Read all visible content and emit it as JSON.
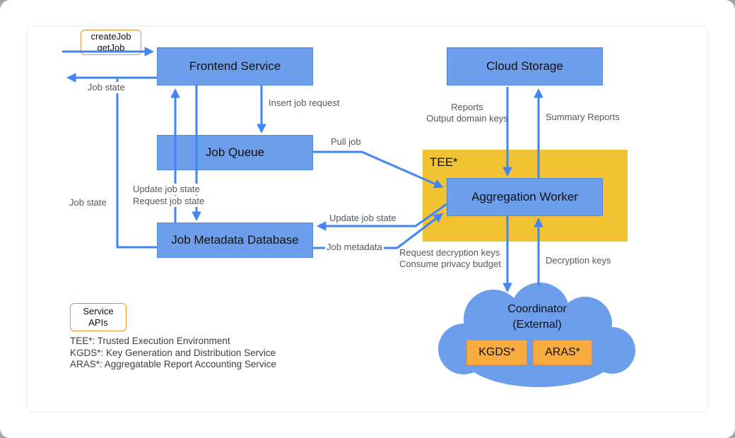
{
  "diagram": {
    "nodes": {
      "frontend_service": {
        "label": "Frontend Service"
      },
      "job_queue": {
        "label": "Job Queue"
      },
      "job_metadata_database": {
        "label": "Job Metadata Database"
      },
      "cloud_storage": {
        "label": "Cloud Storage"
      },
      "tee": {
        "label": "TEE*"
      },
      "aggregation_worker": {
        "label": "Aggregation Worker"
      },
      "coordinator": {
        "line1": "Coordinator",
        "line2": "(External)"
      },
      "kgds": {
        "label": "KGDS*"
      },
      "aras": {
        "label": "ARAS*"
      }
    },
    "api_box": {
      "line1": "createJob",
      "line2": "getJob"
    },
    "legend_box": {
      "line1": "Service",
      "line2": "APIs"
    },
    "edges": {
      "job_state_out": "Job state",
      "insert_job_request": "Insert job request",
      "pull_job": "Pull job",
      "update_job_state_frontend": "Update job state",
      "request_job_state": "Request job state",
      "job_state_return": "Job state",
      "update_job_state_worker": "Update job state",
      "job_metadata": "Job metadata",
      "reports": {
        "line1": "Reports",
        "line2": "Output domain keys"
      },
      "summary_reports": "Summary Reports",
      "request_decryption": {
        "line1": "Request decryption keys",
        "line2": "Consume privacy budget"
      },
      "decryption_keys": "Decryption keys"
    },
    "footnotes": [
      "TEE*: Trusted Execution Environment",
      "KGDS*: Key Generation and Distribution Service",
      "ARAS*: Aggregatable Report Accounting Service"
    ],
    "colors": {
      "node_fill": "#6D9EEB",
      "node_border": "#5488DC",
      "arrow": "#4285F4",
      "tee_fill": "#F1C232",
      "orange_fill": "#F9AB40",
      "orange_border": "#E69138",
      "api_box_border": "#E69138",
      "edge_label": "#54585D",
      "text": "#111111",
      "footnote": "#3C4043"
    }
  }
}
